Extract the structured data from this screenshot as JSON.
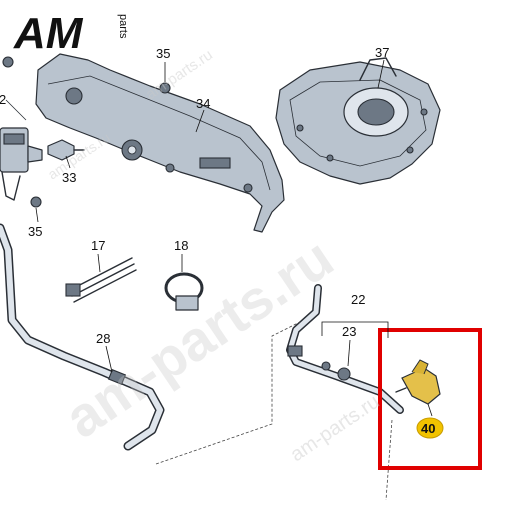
{
  "logo": {
    "letters": "AM",
    "side_text": "parts"
  },
  "watermarks": {
    "large": "am-parts.ru",
    "small": "am-parts.ru"
  },
  "callouts": [
    {
      "id": "c2",
      "label": "2"
    },
    {
      "id": "c35a",
      "label": "35"
    },
    {
      "id": "c34",
      "label": "34"
    },
    {
      "id": "c37",
      "label": "37"
    },
    {
      "id": "c33",
      "label": "33"
    },
    {
      "id": "c35b",
      "label": "35"
    },
    {
      "id": "c17",
      "label": "17"
    },
    {
      "id": "c18",
      "label": "18"
    },
    {
      "id": "c22",
      "label": "22"
    },
    {
      "id": "c23",
      "label": "23"
    },
    {
      "id": "c28",
      "label": "28"
    },
    {
      "id": "c40",
      "label": "40"
    }
  ],
  "highlight": {
    "color": "#e00000",
    "target": "40"
  },
  "colors": {
    "badge": "#f2c300",
    "part_body": "#b9c3ce",
    "outline": "#2a2f36"
  }
}
